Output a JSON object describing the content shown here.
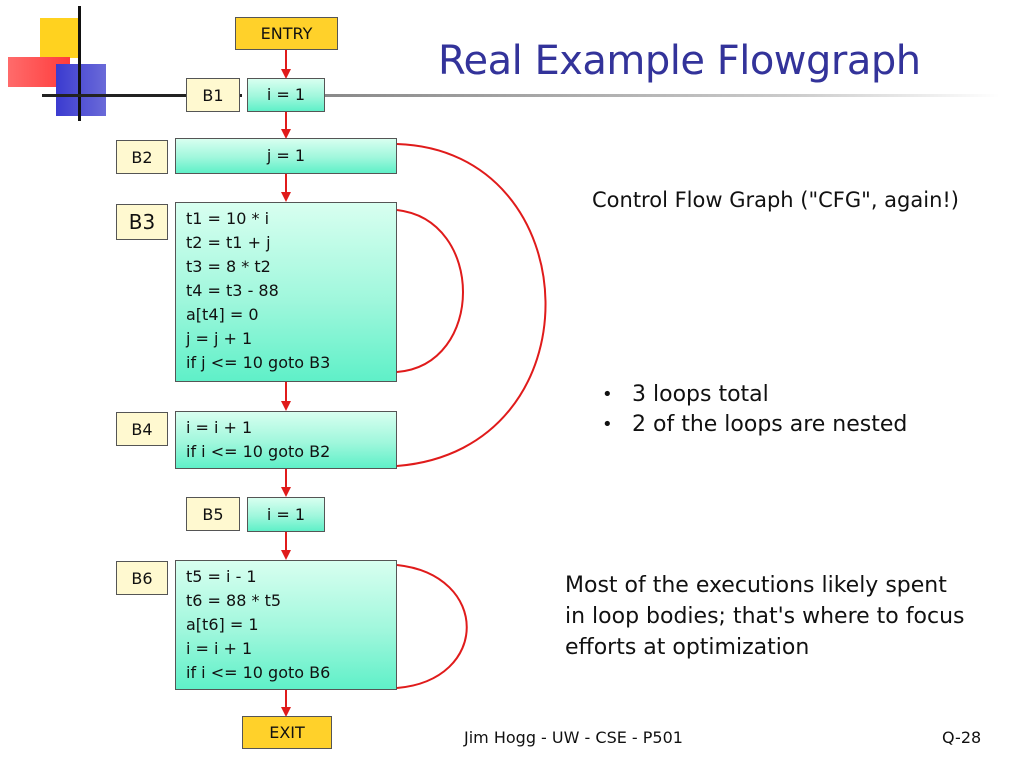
{
  "title": "Real Example Flowgraph",
  "entry_label": "ENTRY",
  "exit_label": "EXIT",
  "blocks": [
    {
      "label": "B1",
      "lines": [
        "i = 1"
      ]
    },
    {
      "label": "B2",
      "lines": [
        "j = 1"
      ]
    },
    {
      "label": "B3",
      "lines": [
        "t1 = 10 * i",
        "t2 = t1 + j",
        "t3 = 8 * t2",
        "t4 = t3 - 88",
        "a[t4] = 0",
        "j = j + 1",
        "if j <= 10 goto B3"
      ]
    },
    {
      "label": "B4",
      "lines": [
        "i = i + 1",
        "if i <= 10 goto B2"
      ]
    },
    {
      "label": "B5",
      "lines": [
        "i = 1"
      ]
    },
    {
      "label": "B6",
      "lines": [
        "t5 = i - 1",
        "t6 = 88 * t5",
        "a[t6] = 1",
        "i = i + 1",
        "if i <= 10 goto B6"
      ]
    }
  ],
  "notes": {
    "cfg_caption": "Control Flow Graph (\"CFG\", again!)",
    "bullets": [
      "3 loops total",
      "2 of the loops are nested"
    ],
    "bullet_glyph": "•",
    "summary_lines": [
      "Most of the executions likely spent",
      "in loop bodies; that's where to focus",
      "efforts at optimization"
    ]
  },
  "footer": {
    "center": "Jim Hogg - UW - CSE - P501",
    "page": "Q-28"
  },
  "colors": {
    "title": "#33339a",
    "arrow": "#e01b1b",
    "code_fill": "#9ff7dc",
    "label_fill": "#fff9d0",
    "terminal_fill": "#ffd12a"
  }
}
